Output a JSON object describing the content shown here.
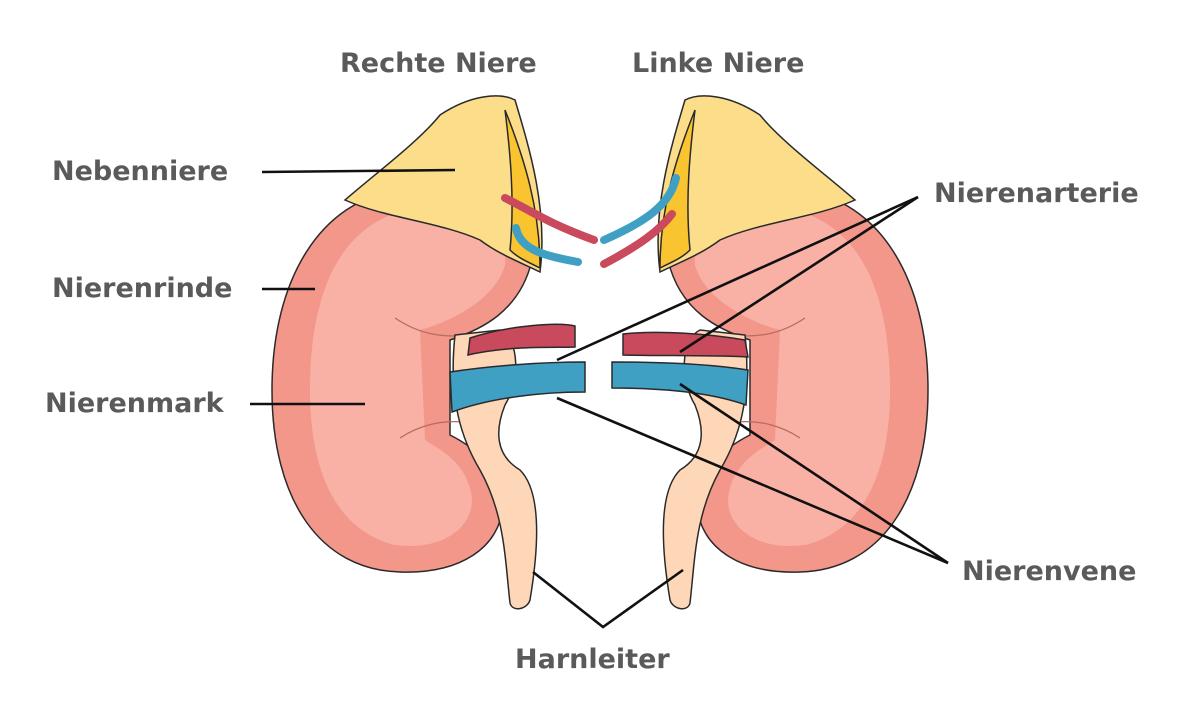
{
  "title_right": "Rechte Niere",
  "title_left": "Linke Niere",
  "labels": {
    "adrenal": "Nebenniere",
    "cortex": "Nierenrinde",
    "medulla": "Nierenmark",
    "artery": "Nierenarterie",
    "vein": "Nierenvene",
    "ureter": "Harnleiter"
  },
  "colors": {
    "cortex_outer": "#f2978a",
    "cortex_inner": "#f9b1a6",
    "adrenal": "#fbdd8a",
    "adrenal_dark": "#f9c42f",
    "artery": "#c84a5c",
    "vein": "#3fa0c4",
    "ureter": "#fdd7b8",
    "label_text": "#5a5a5a",
    "leader_line": "#111111"
  }
}
